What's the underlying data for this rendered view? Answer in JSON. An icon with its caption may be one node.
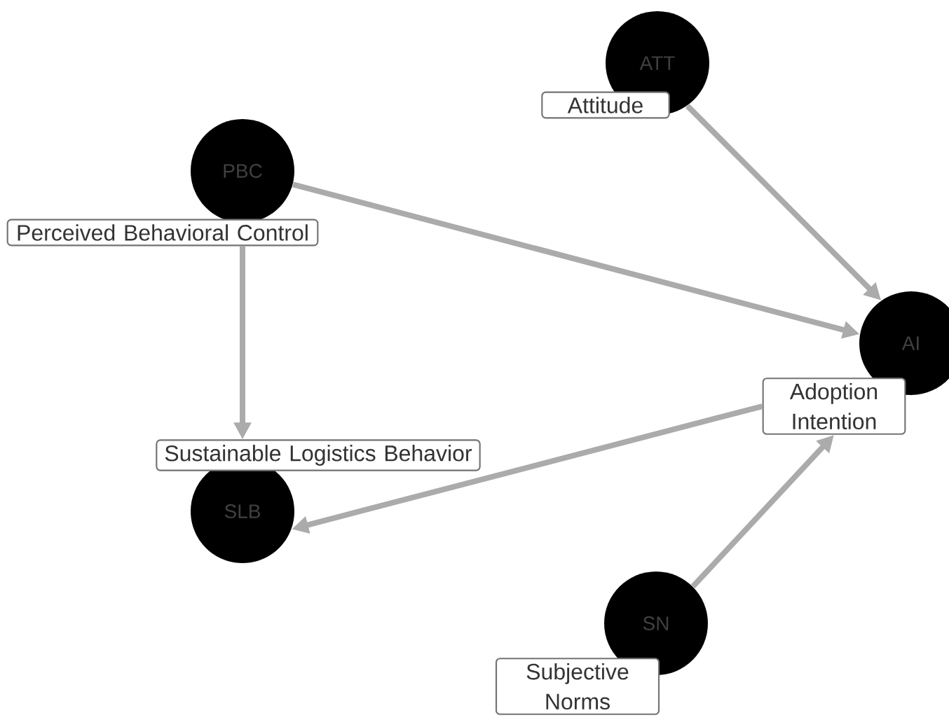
{
  "diagram": {
    "nodes": [
      {
        "text": [
          "ATT",
          "Attitude"
        ]
      },
      {
        "text": [
          "PBC",
          "Perceived Behavioral Control"
        ]
      },
      {
        "text": [
          "AI",
          "Adoption Intention"
        ]
      },
      {
        "text": [
          "Sustainable Logistics Behavior",
          "SLB"
        ]
      },
      {
        "text": [
          "SN",
          "Subjective Norms"
        ]
      }
    ],
    "edges": [
      {
        "from": 0,
        "to": 2,
        "arrow": "to"
      },
      {
        "from": 1,
        "to": 2,
        "arrow": "to"
      },
      {
        "from": 1,
        "to": 3,
        "arrow": "to"
      },
      {
        "from": 2,
        "to": 3,
        "arrow": "to"
      },
      {
        "from": 4,
        "to": 2,
        "arrow": "to"
      }
    ]
  }
}
